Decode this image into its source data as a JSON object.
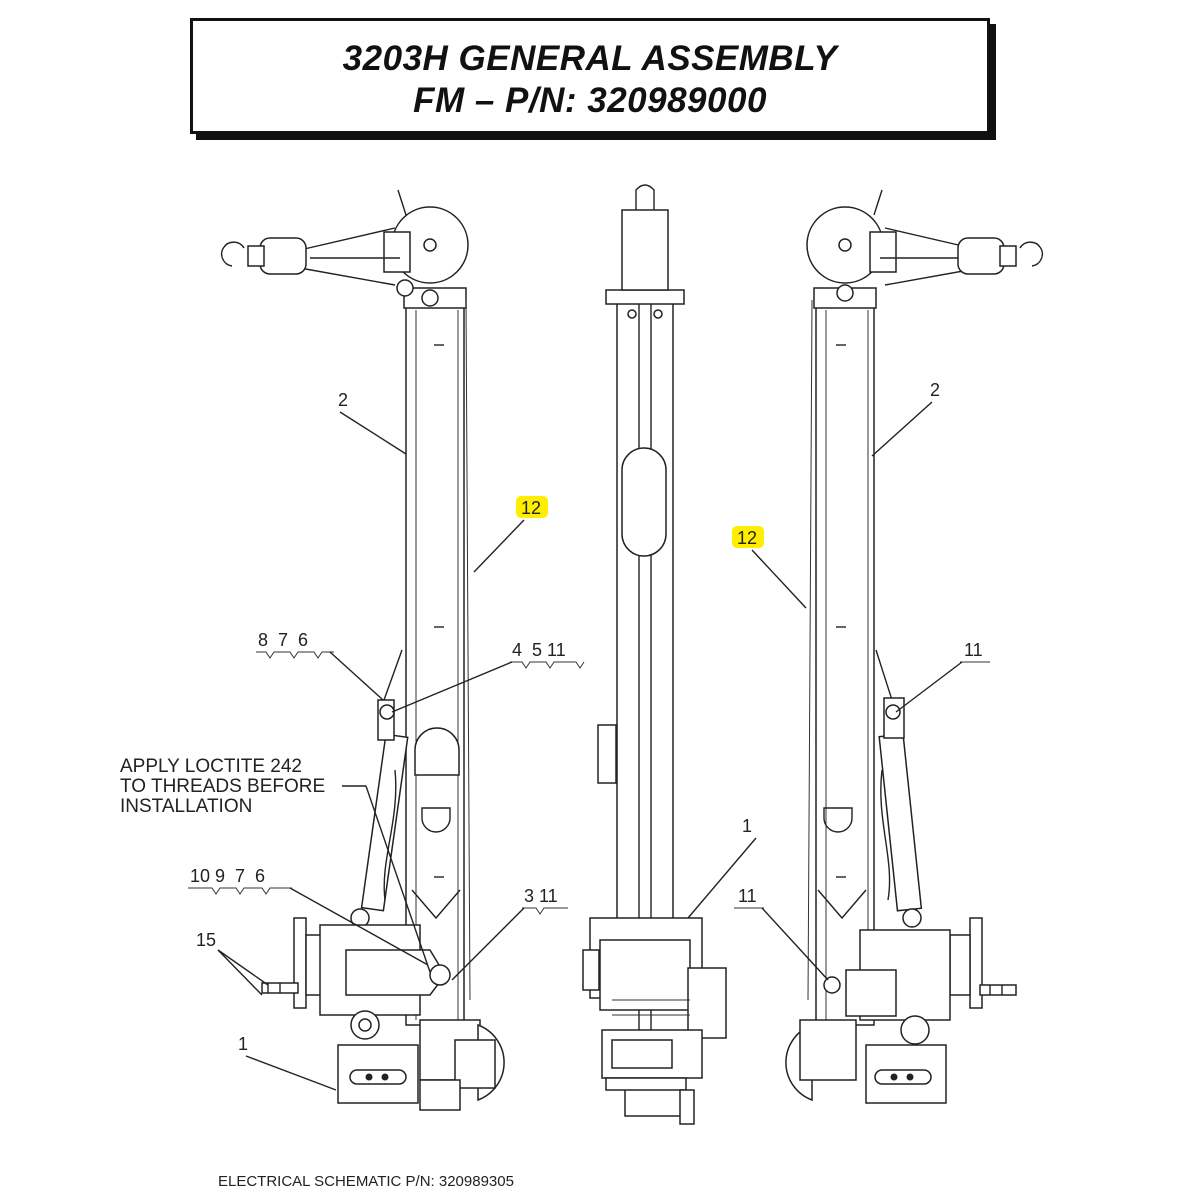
{
  "title": {
    "line1": "3203H GENERAL ASSEMBLY",
    "line2": "FM – P/N: 320989000"
  },
  "callouts": {
    "left_2": "2",
    "left_12": "12",
    "left_876": "8  7  6",
    "left_4511": "4  5 11",
    "left_10976": "10 9  7  6",
    "left_311": "3 11",
    "left_15": "15",
    "left_1": "1",
    "center_1": "1",
    "right_2": "2",
    "right_12": "12",
    "right_11a": "11",
    "right_11b": "11"
  },
  "note": {
    "line1": "APPLY LOCTITE 242",
    "line2": "TO THREADS BEFORE",
    "line3": "INSTALLATION"
  },
  "footer": {
    "schematic": "ELECTRICAL SCHEMATIC P/N: 320989305"
  },
  "colors": {
    "highlight": "#ffee00",
    "ink": "#222222"
  }
}
